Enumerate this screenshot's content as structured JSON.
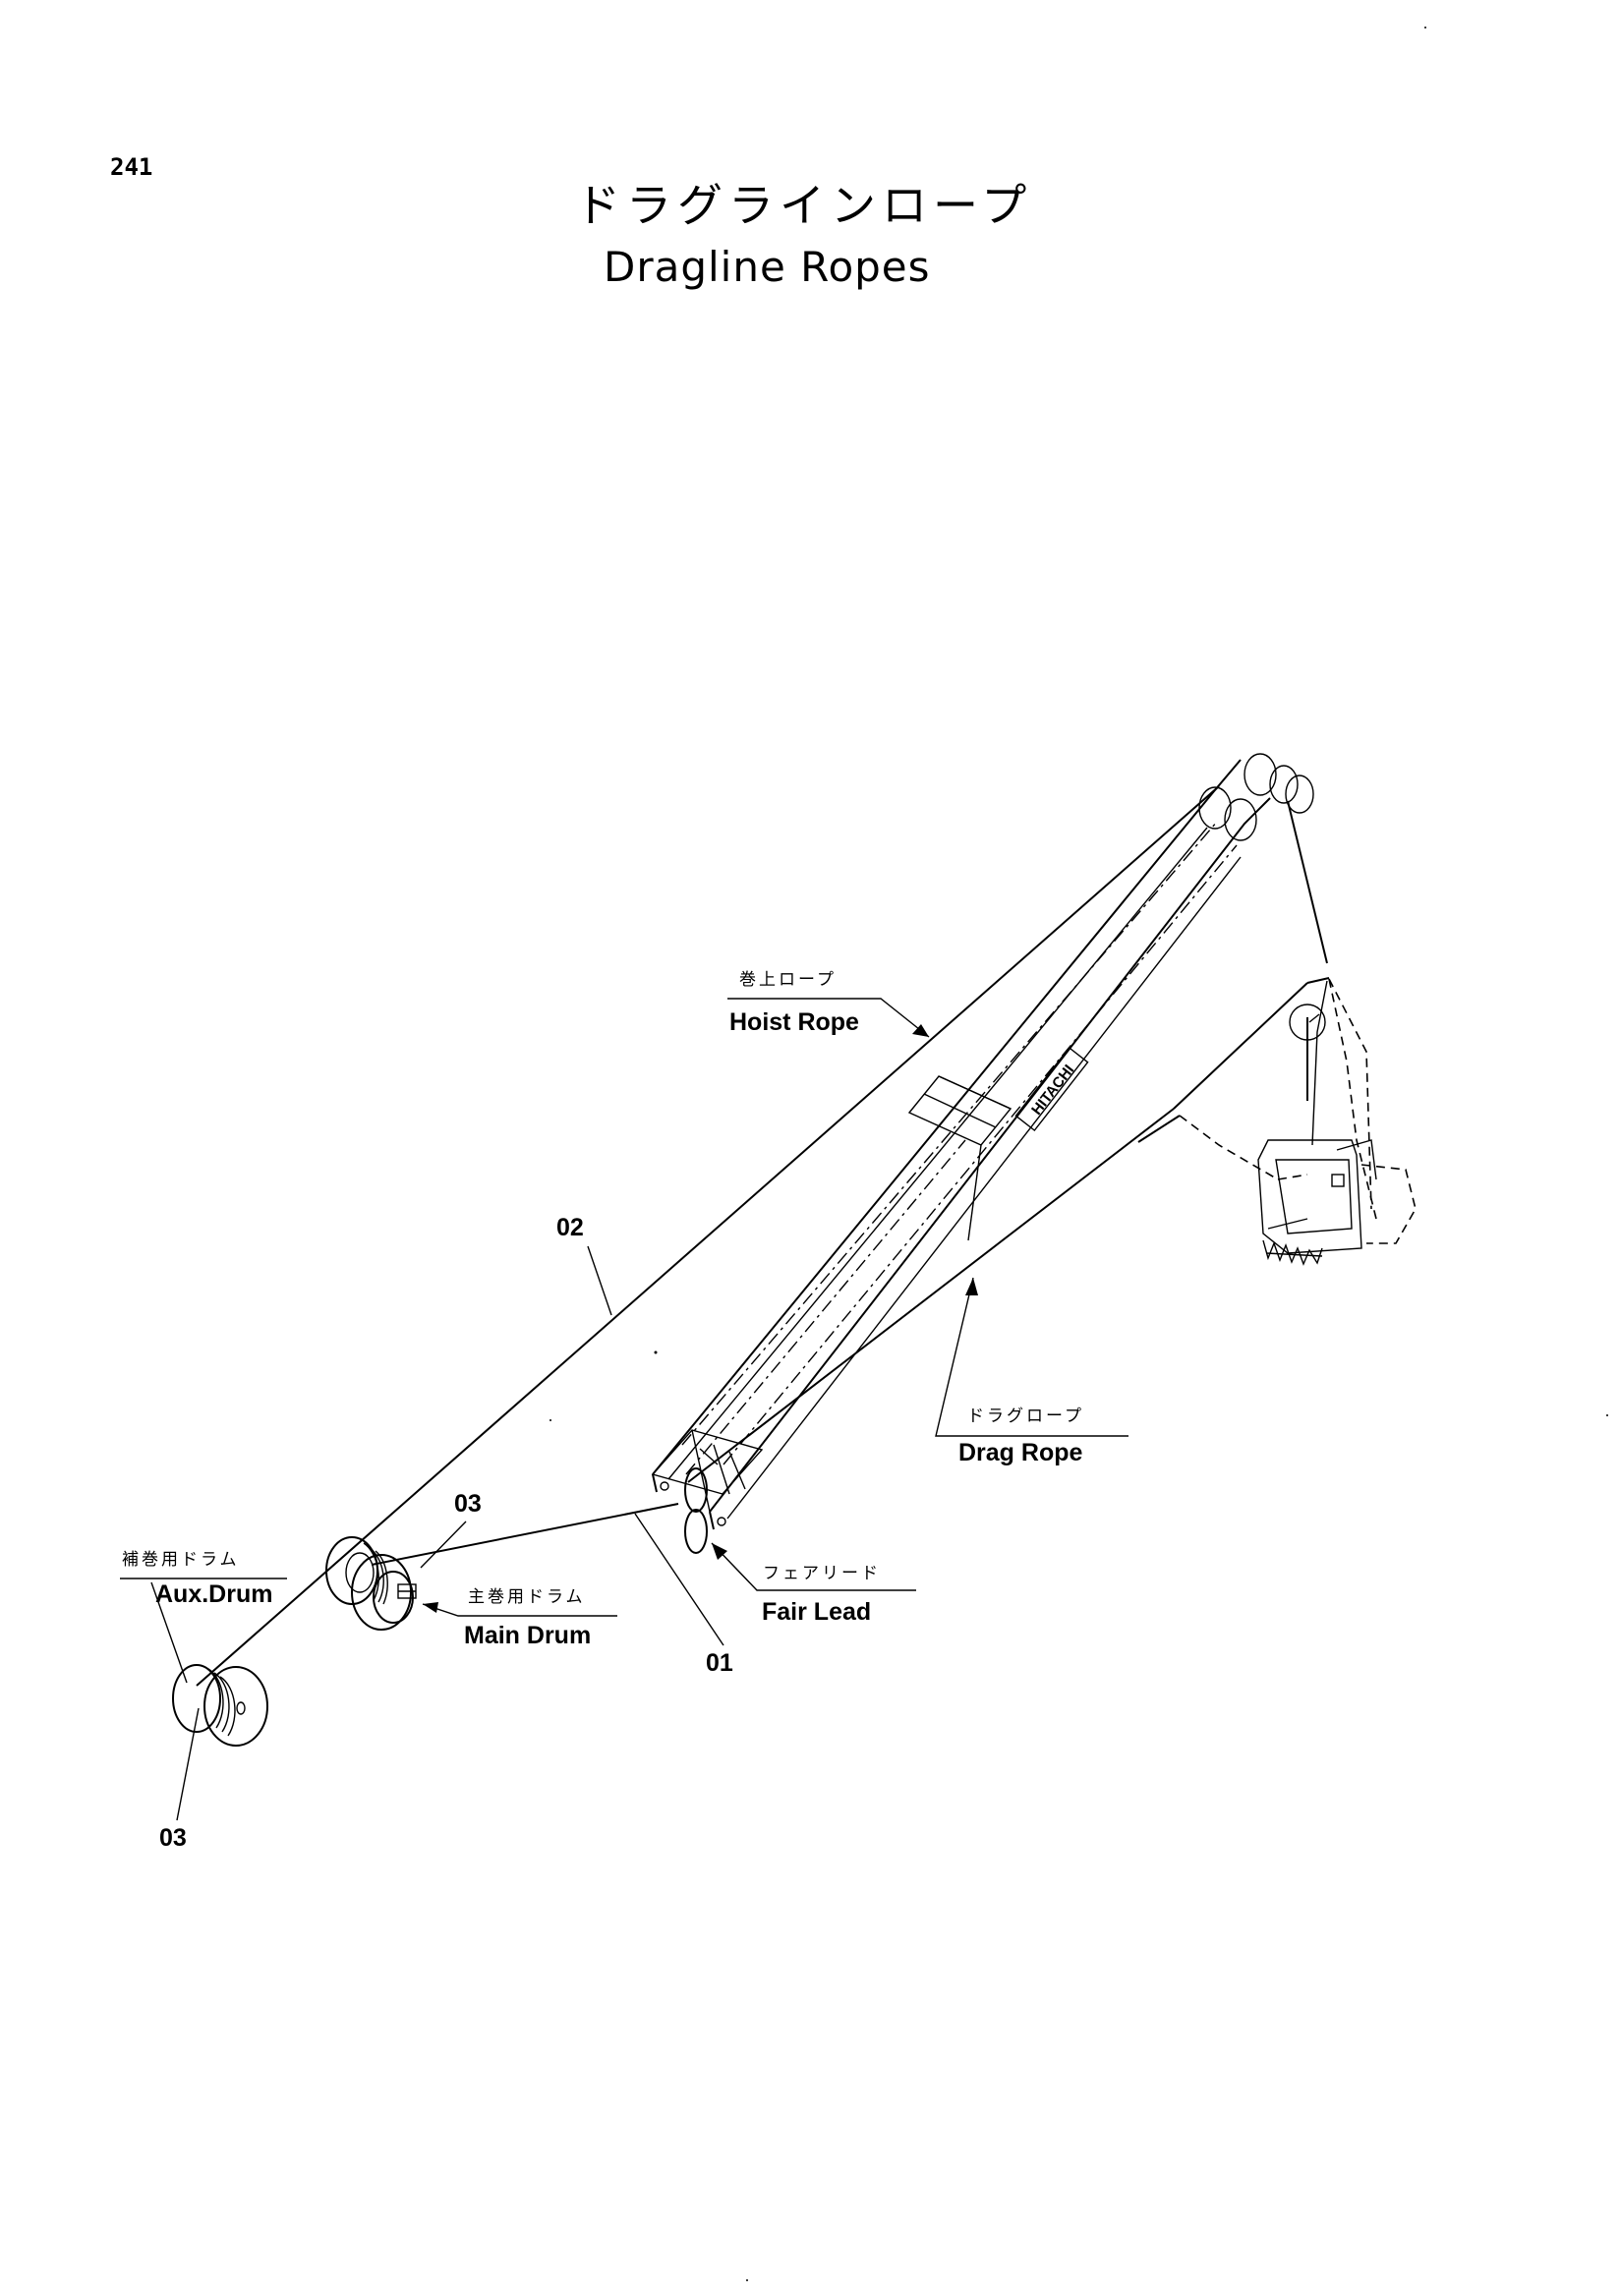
{
  "page_number": "241",
  "title_jp": "ドラグラインロープ",
  "title_en": "Dragline Ropes",
  "boom_logo": "HITACHI",
  "labels": {
    "hoist_rope_jp": "巻上ロープ",
    "hoist_rope_en": "Hoist Rope",
    "drag_rope_jp": "ドラグロープ",
    "drag_rope_en": "Drag Rope",
    "aux_drum_jp": "補巻用ドラム",
    "aux_drum_en": "Aux.Drum",
    "main_drum_jp": "主巻用ドラム",
    "main_drum_en": "Main Drum",
    "fair_lead_jp": "フェアリード",
    "fair_lead_en": "Fair Lead"
  },
  "part_numbers": {
    "p01": "01",
    "p02": "02",
    "p03_main": "03",
    "p03_aux": "03"
  }
}
